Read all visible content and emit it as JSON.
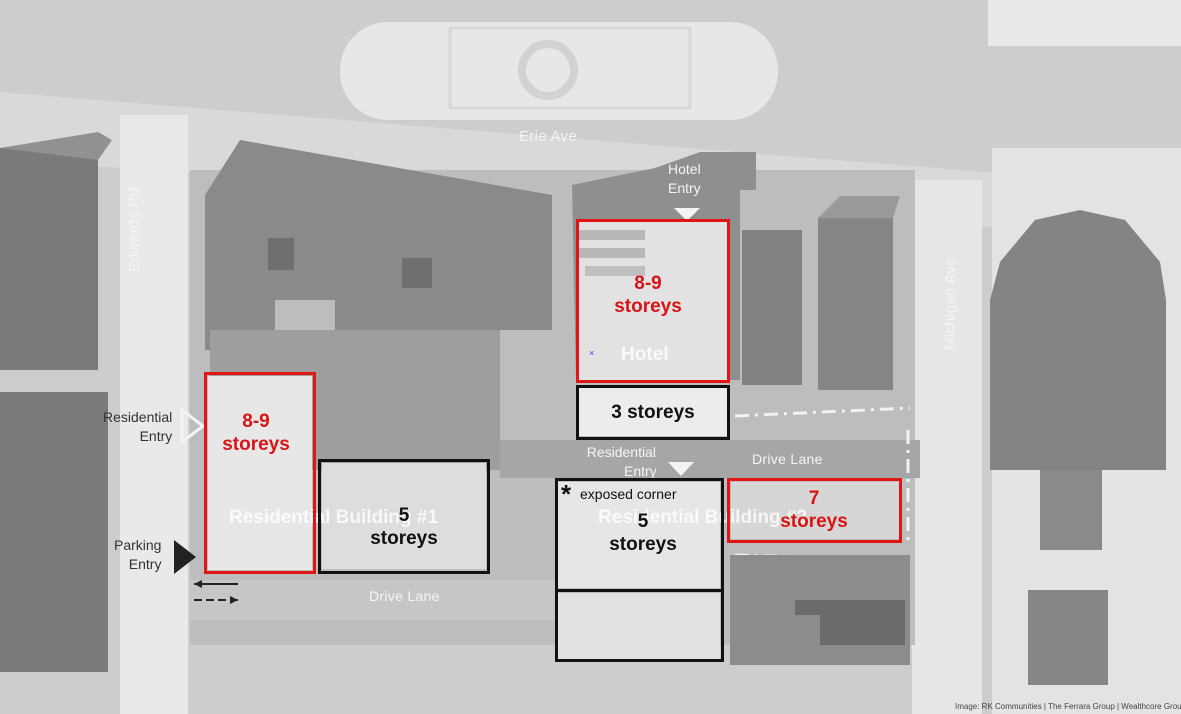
{
  "streets": {
    "north": "Erie Ave",
    "west": "Edwards Rd",
    "east": "Michigan Ave"
  },
  "entries": {
    "hotel": [
      "Hotel",
      "Entry"
    ],
    "residential_west": [
      "Residential",
      "Entry"
    ],
    "parking": [
      "Parking",
      "Entry"
    ],
    "residential_center": [
      "Residential",
      "Entry"
    ]
  },
  "lanes": {
    "drive_lane_east": "Drive Lane",
    "drive_lane_south": "Drive Lane"
  },
  "buildings": {
    "hotel_label": "Hotel",
    "residential_1_label": "Residential Building #1",
    "residential_2_label": "Residential Building #2"
  },
  "massing": {
    "hotel_tower": [
      "8-9",
      "storeys"
    ],
    "hotel_podium": "3 storeys",
    "res1_corner": [
      "8-9",
      "storeys"
    ],
    "res1_mid": [
      "5",
      "storeys"
    ],
    "res2_main": [
      "5",
      "storeys"
    ],
    "res2_east": [
      "7",
      "storeys"
    ],
    "exposed_corner_star": "*",
    "exposed_corner_note": "exposed corner"
  },
  "colors": {
    "tall_massing": "#e01616",
    "low_massing": "#111111",
    "street_label": "#f4f4f4"
  },
  "credit": "Image: RK Communities | The Ferrara Group | Wealthcore Group"
}
